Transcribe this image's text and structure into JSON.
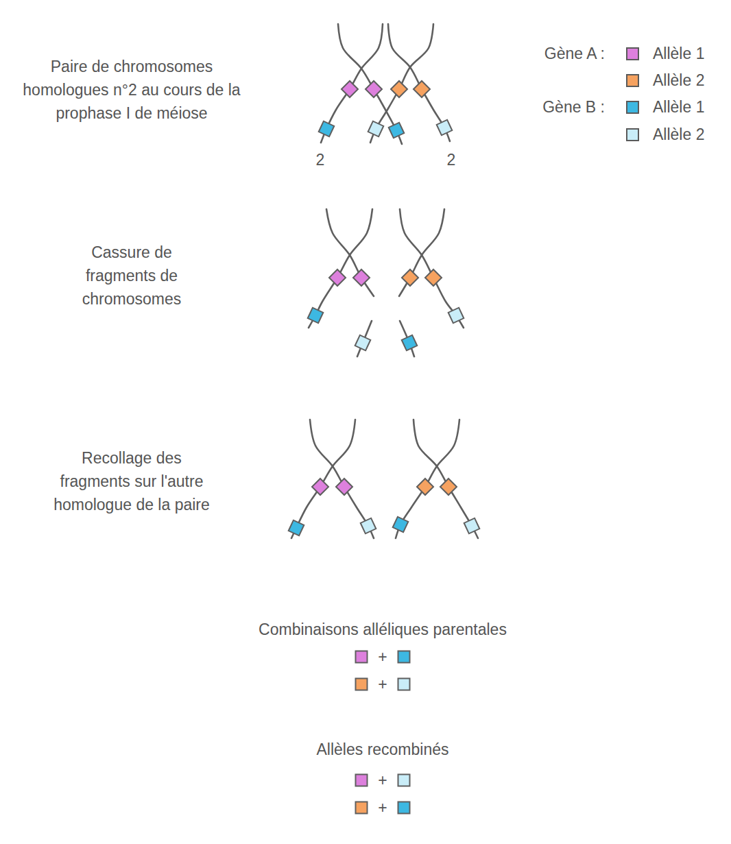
{
  "diagram": {
    "labels": [
      "Paire de chromosomes homologues n°2 au cours de la prophase I de méiose",
      "Gène A :",
      "Gène B :",
      "2",
      "2",
      "Cassure de fragments de chromosomes",
      "Recollage des fragments sur l'autre homologue de la paire",
      "Combinaisons alléliques parentales",
      "+",
      "+",
      "Allèles recombinés",
      "+",
      "+"
    ],
    "legend": [
      {
        "text": "Allèle 1",
        "color": "#dd80dd"
      },
      {
        "text": "Allèle 2",
        "color": "#f6a260"
      },
      {
        "text": "Allèle 1",
        "color": "#3db8e2"
      },
      {
        "text": "Allèle 2",
        "color": "#c9edf8"
      }
    ]
  }
}
